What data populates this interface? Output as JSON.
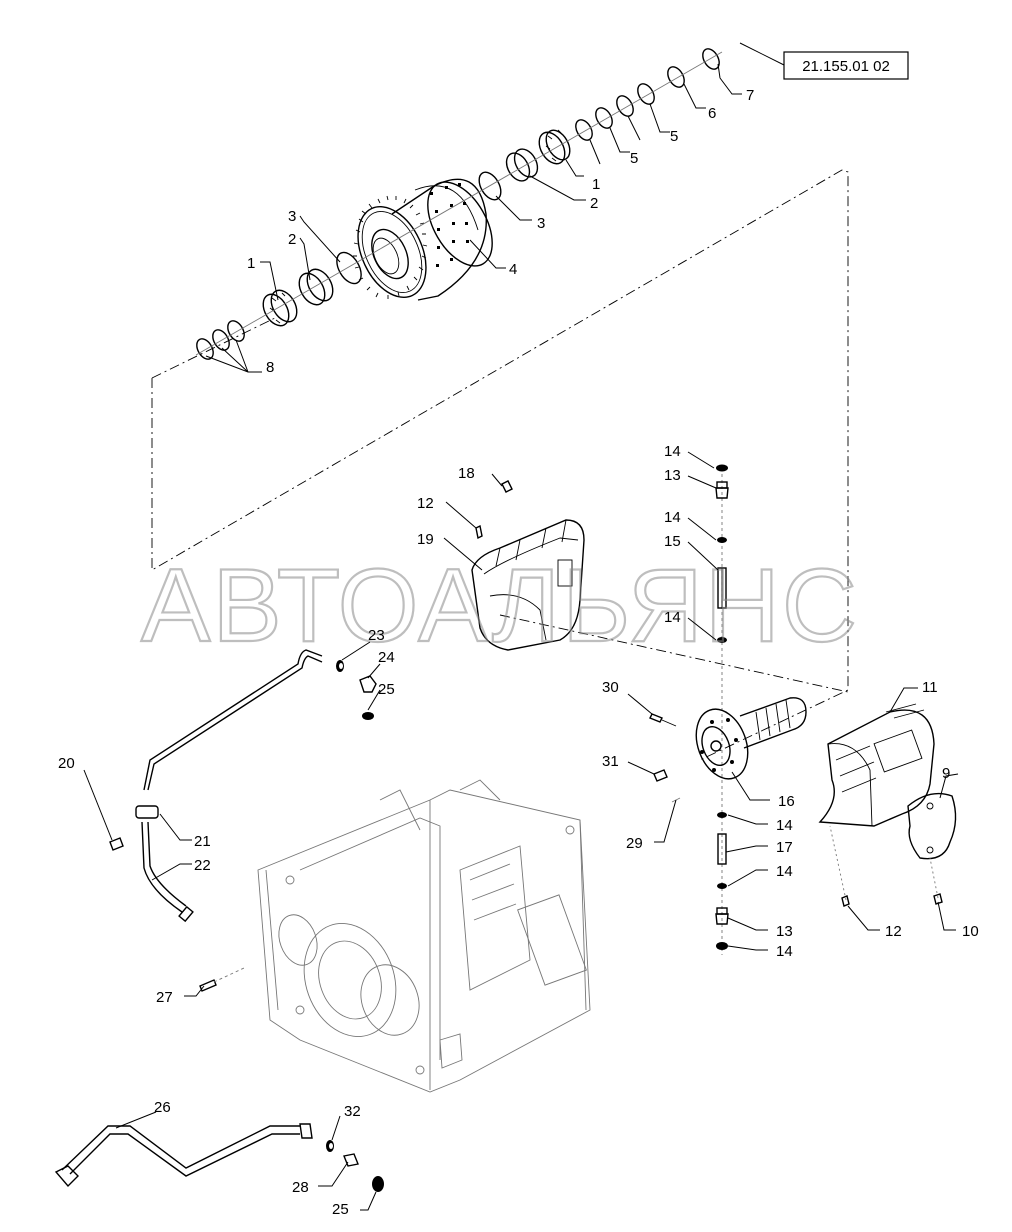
{
  "reference_code": "21.155.01 02",
  "watermark": "АВТОАЛЬЯНС",
  "callouts": {
    "c1a": "1",
    "c1b": "1",
    "c2a": "2",
    "c2b": "2",
    "c3a": "3",
    "c3b": "3",
    "c4": "4",
    "c5a": "5",
    "c5b": "5",
    "c6": "6",
    "c7": "7",
    "c8": "8",
    "c9": "9",
    "c10": "10",
    "c11": "11",
    "c12a": "12",
    "c12b": "12",
    "c13a": "13",
    "c13b": "13",
    "c14a": "14",
    "c14b": "14",
    "c14c": "14",
    "c14d": "14",
    "c14e": "14",
    "c14f": "14",
    "c15": "15",
    "c16": "16",
    "c17": "17",
    "c18": "18",
    "c19": "19",
    "c20": "20",
    "c21": "21",
    "c22": "22",
    "c23": "23",
    "c24": "24",
    "c25a": "25",
    "c25b": "25",
    "c26": "26",
    "c27": "27",
    "c28": "28",
    "c29": "29",
    "c30": "30",
    "c31": "31",
    "c32": "32"
  }
}
